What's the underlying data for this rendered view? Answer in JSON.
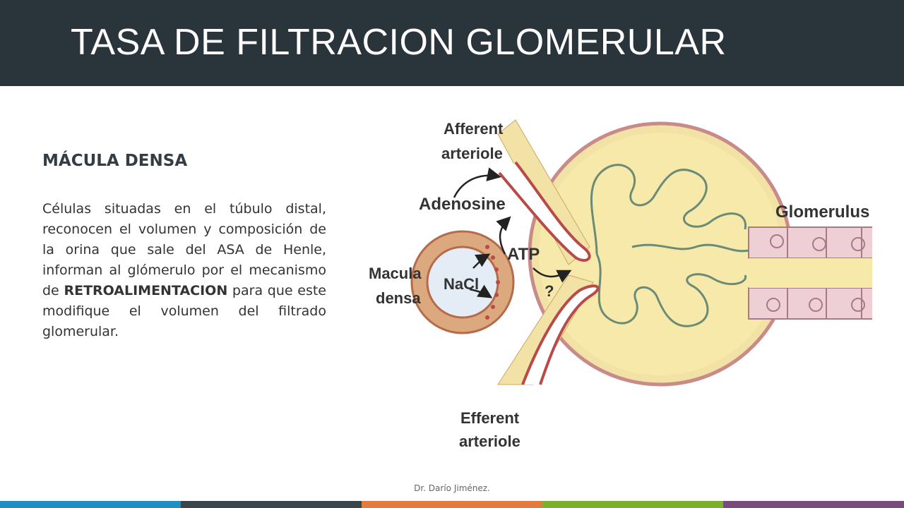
{
  "slide": {
    "title": "TASA DE FILTRACION GLOMERULAR",
    "heading": "MÁCULA DENSA",
    "paragraph_part1": "Células situadas en el túbulo distal, reconocen el volumen y composición de la orina que sale del ASA de Henle, informan al glómerulo por el mecanismo de ",
    "paragraph_emphasis": "RETROALIMENTACION",
    "paragraph_part2": " para que este modifique el volumen del filtrado glomerular.",
    "footer": "Dr. Darío Jiménez."
  },
  "figure": {
    "labels": {
      "afferent_1": "Afferent",
      "afferent_2": "arteriole",
      "adenosine": "Adenosine",
      "glomerulus": "Glomerulus",
      "macula_1": "Macula",
      "macula_2": "densa",
      "nacl": "NaCl",
      "atp": "ATP",
      "question": "?",
      "efferent_1": "Efferent",
      "efferent_2": "arteriole"
    }
  },
  "colors": {
    "title_bar": "#2a343b",
    "footer_bar": [
      "#1b8fc6",
      "#3a454c",
      "#e67a3a",
      "#7bb128",
      "#7b4a7d"
    ]
  }
}
